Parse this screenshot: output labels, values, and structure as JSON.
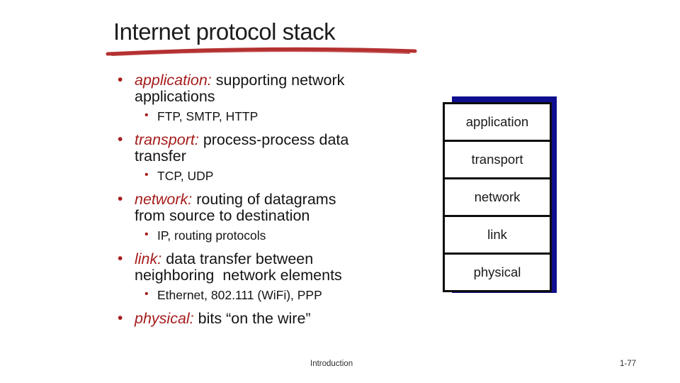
{
  "slide": {
    "title": "Internet protocol stack",
    "footer": {
      "section": "Introduction",
      "page": "1-77"
    }
  },
  "glyphs": {
    "bullet": "•"
  },
  "bullets": [
    {
      "term": "application:",
      "desc": "supporting network\napplications",
      "sub": "FTP, SMTP, HTTP"
    },
    {
      "term": "transport:",
      "desc": "process-process data\ntransfer",
      "sub": "TCP, UDP"
    },
    {
      "term": "network:",
      "desc": "routing of datagrams\nfrom source to destination",
      "sub": "IP, routing protocols"
    },
    {
      "term": "link:",
      "desc": "data transfer between\nneighboring  network elements",
      "sub": "Ethernet, 802.111 (WiFi), PPP"
    },
    {
      "term": "physical:",
      "desc": "bits “on the wire”"
    }
  ],
  "stack": {
    "layers": [
      "application",
      "transport",
      "network",
      "link",
      "physical"
    ]
  },
  "colors": {
    "accent_red": "#a61c1c",
    "underline_red": "#b53131",
    "shadow_blue": "#0e0e8e",
    "text": "#1f1f1f"
  }
}
